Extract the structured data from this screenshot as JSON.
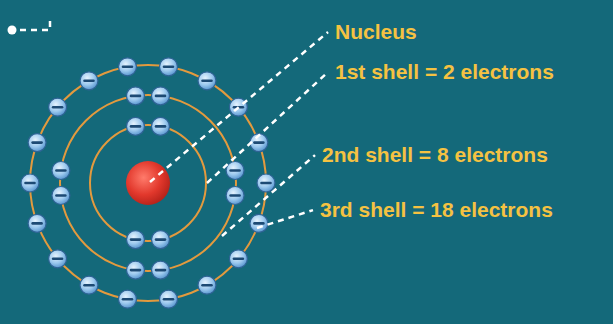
{
  "diagram": {
    "labels": [
      "Nucleus",
      "1st shell = 2 electrons",
      "2nd shell = 8 electrons",
      "3rd shell = 18 electrons"
    ]
  }
}
